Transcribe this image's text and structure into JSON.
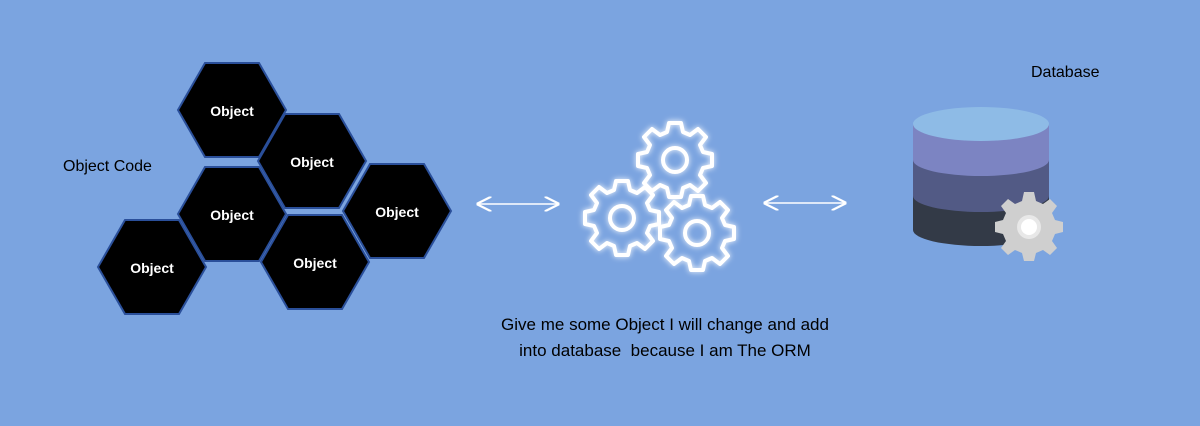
{
  "left_label": "Object Code",
  "right_label": "Database",
  "hexagons": [
    {
      "label": "Object"
    },
    {
      "label": "Object"
    },
    {
      "label": "Object"
    },
    {
      "label": "Object"
    },
    {
      "label": "Object"
    },
    {
      "label": "Object"
    }
  ],
  "caption": {
    "line1": "Give me some Object I will change and add",
    "line2": "into database  because I am The ORM"
  },
  "colors": {
    "background": "#7ba4e0",
    "hexagon_fill": "#000000",
    "hexagon_border": "#2a4f9a",
    "gear_stroke": "#ffffff",
    "db_top": "#8ebbe6",
    "db_mid1": "#7c84c2",
    "db_mid2": "#525a85",
    "db_bottom": "#333a47",
    "db_gear": "#cfcfcf"
  },
  "icons": [
    "gears-icon",
    "database-icon",
    "double-arrow-icon"
  ]
}
